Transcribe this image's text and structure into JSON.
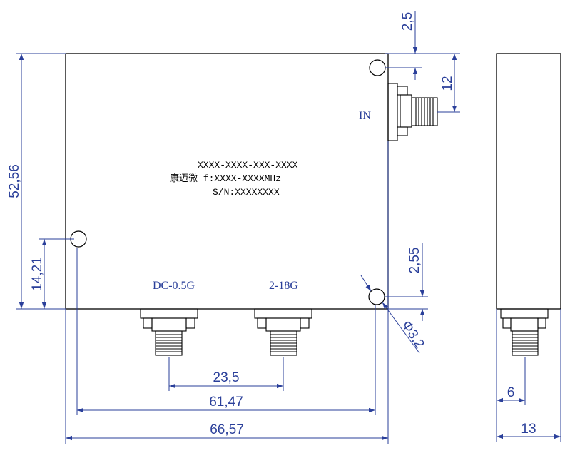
{
  "colors": {
    "outline": "#000000",
    "dimension": "#2a3f9a"
  },
  "labels": {
    "in": "IN",
    "port_low": "DC-0.5G",
    "port_high": "2-18G"
  },
  "plate": {
    "line1": "XXXX-XXXX-XXX-XXXX",
    "line2": "康迈微 f:XXXX-XXXXMHz",
    "line3": "S/N:XXXXXXXX"
  },
  "dimensions": {
    "height_total": "52,56",
    "hole_left_height": "14,21",
    "top_offset": "2,5",
    "in_connector_offset": "12",
    "hole_bottom_offset": "2,55",
    "hole_diameter": "Φ3,2",
    "connector_spacing": "23,5",
    "hole_spacing": "61,47",
    "width_total": "66,57",
    "side_connector_offset": "6",
    "side_depth": "13"
  }
}
